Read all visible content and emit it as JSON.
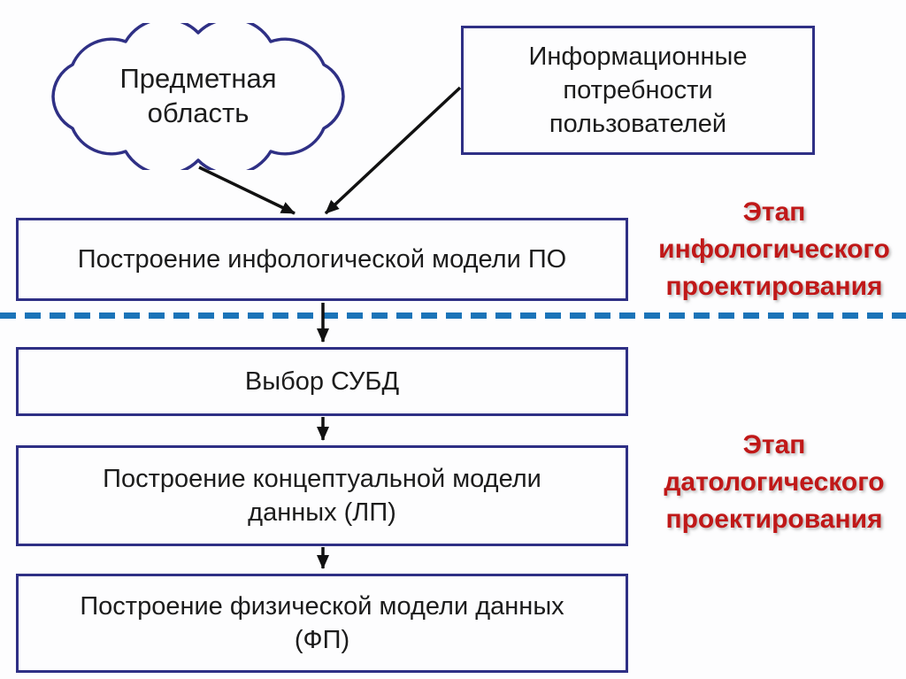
{
  "diagram": {
    "cloud": {
      "lines": [
        "Предметная",
        "область"
      ]
    },
    "info_box": {
      "lines": [
        "Информационные",
        "потребности",
        "пользователей"
      ]
    },
    "steps": [
      {
        "id": "infological-model",
        "lines": [
          "Построение инфологической модели ПО"
        ]
      },
      {
        "id": "dbms-choice",
        "lines": [
          "Выбор СУБД"
        ]
      },
      {
        "id": "conceptual-model",
        "lines": [
          "Построение концептуальной модели",
          "данных (ЛП)"
        ]
      },
      {
        "id": "physical-model",
        "lines": [
          "Построение физической модели данных",
          "(ФП)"
        ]
      }
    ],
    "stage_labels": [
      {
        "lines": [
          "Этап",
          "инфологического",
          "проектирования"
        ]
      },
      {
        "lines": [
          "Этап",
          "датологического",
          "проектирования"
        ]
      }
    ],
    "colors": {
      "box_border": "#2F3085",
      "cloud_outline": "#2F3085",
      "divider_blue": "#1B74B8",
      "stage_label_red": "#C01818",
      "arrow_black": "#111111",
      "text_black": "#1C1C1C"
    }
  }
}
